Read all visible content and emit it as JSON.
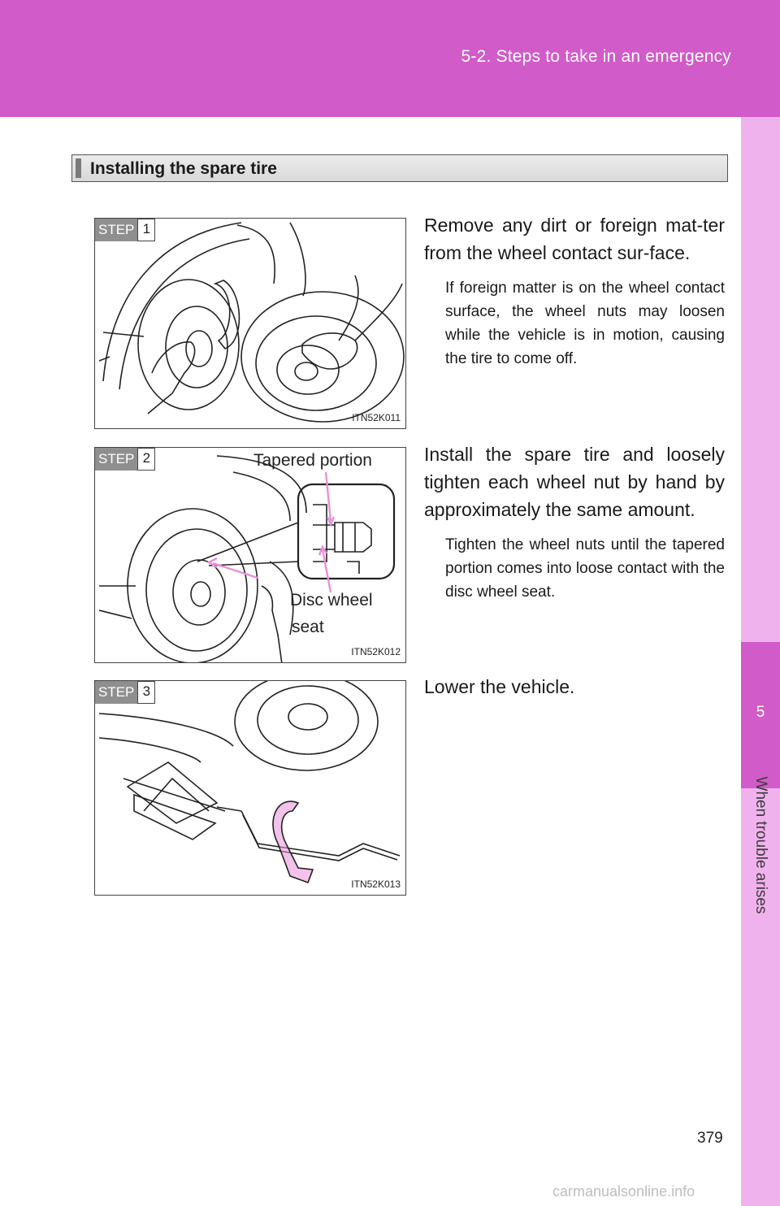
{
  "header": {
    "title": "5-2. Steps to take in an emergency"
  },
  "side_tab": {
    "number": "5",
    "label": "When trouble arises"
  },
  "section": {
    "title": "Installing the spare tire"
  },
  "steps": [
    {
      "step_word": "STEP",
      "number": "1",
      "figure_code": "ITN52K011",
      "text": "Remove any dirt or foreign mat-ter from the wheel contact sur-face.",
      "note": "If foreign matter is on the wheel contact surface, the wheel nuts may loosen while the vehicle is in motion, causing the tire to come off."
    },
    {
      "step_word": "STEP",
      "number": "2",
      "figure_code": "ITN52K012",
      "callouts": {
        "tapered": "Tapered portion",
        "disc_line1": "Disc wheel",
        "disc_line2": "seat"
      },
      "text": "Install the spare tire and loosely tighten each wheel nut by hand by approximately the same amount.",
      "note": "Tighten the wheel nuts until the tapered portion comes into loose contact with the disc wheel seat."
    },
    {
      "step_word": "STEP",
      "number": "3",
      "figure_code": "ITN52K013",
      "text": "Lower the vehicle."
    }
  ],
  "page_number": "379",
  "watermark": "carmanualsonline.info",
  "colors": {
    "header_bg": "#d15bc8",
    "side_tab_bg": "#f0b2ec",
    "arrow_pink": "#e88fd8"
  }
}
